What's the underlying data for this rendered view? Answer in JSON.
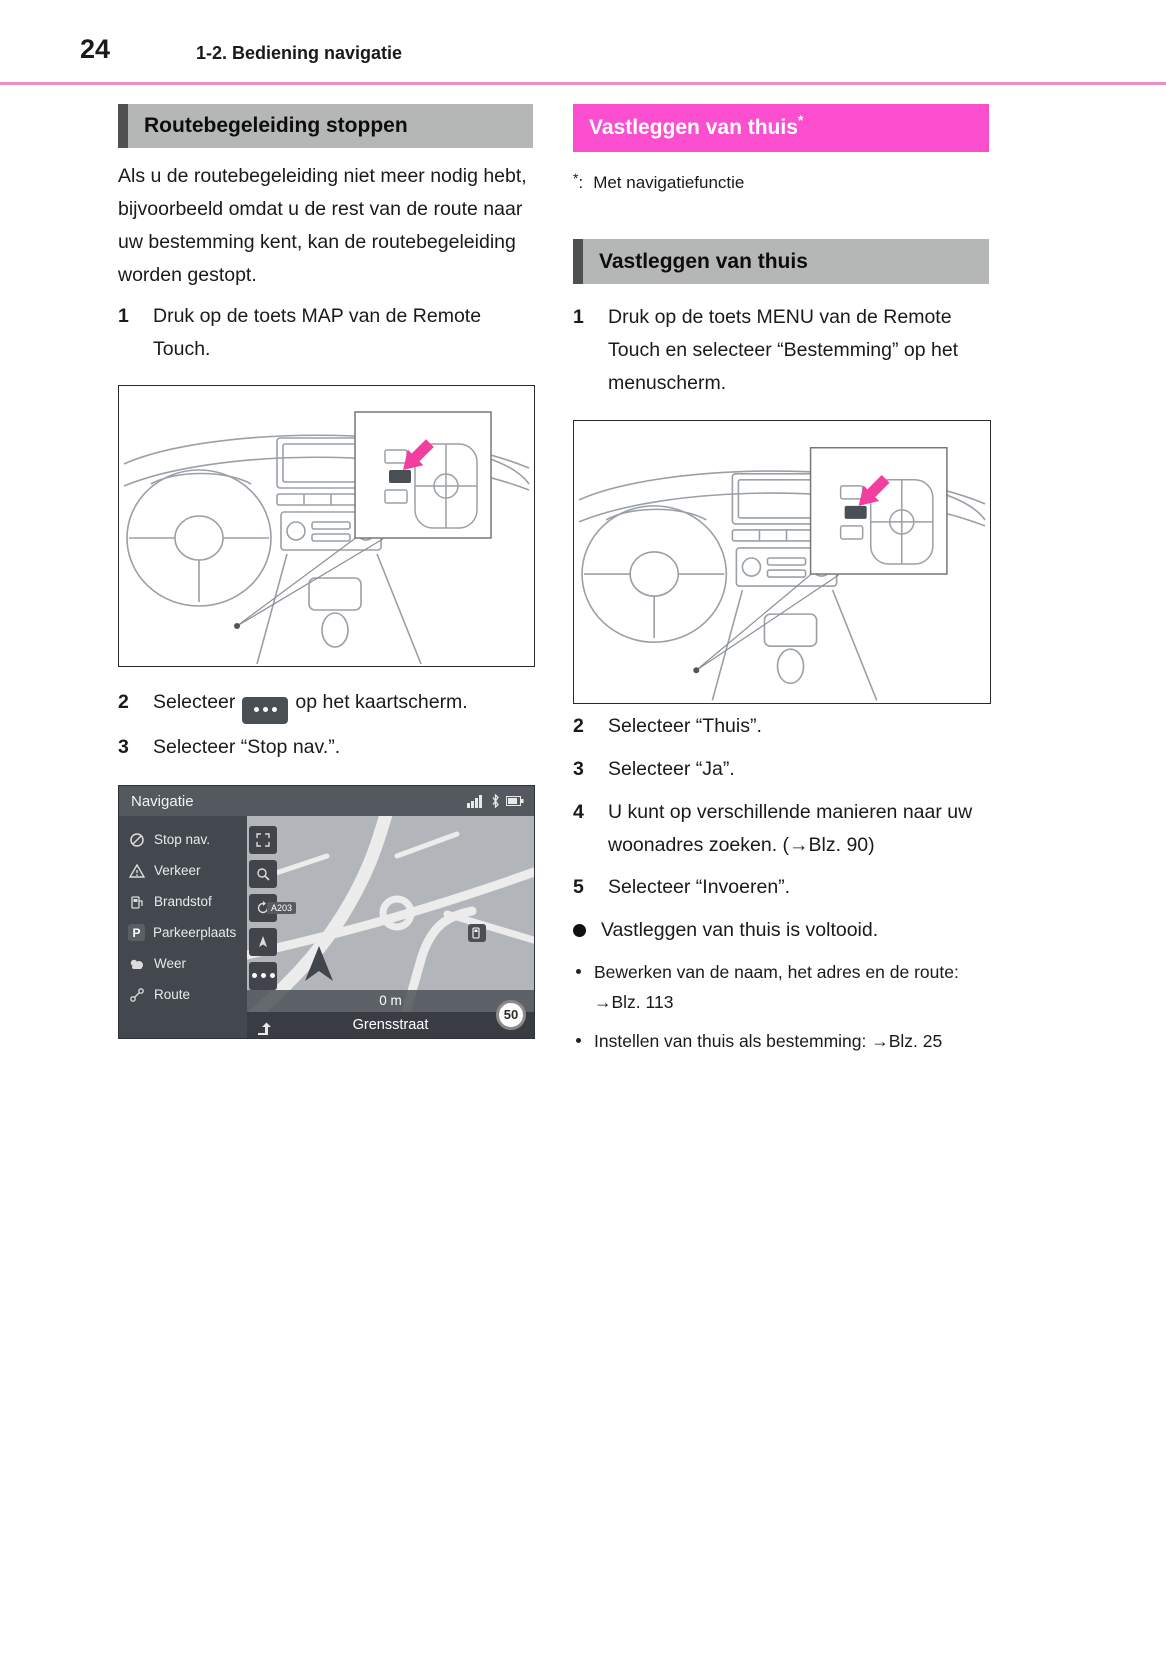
{
  "header": {
    "page_number": "24",
    "section": "1-2. Bediening navigatie"
  },
  "colors": {
    "accent_pink": "#fb4fd0",
    "rule_pink": "#ec8fc9",
    "heading_gray": "#b5b6b6",
    "screen_dark_gray": "#43484f"
  },
  "left_column": {
    "heading": "Routebegeleiding stoppen",
    "intro": "Als u de routebegeleiding niet meer nodig hebt, bijvoorbeeld omdat u de rest van de route naar uw bestemming kent, kan de routebegeleiding worden gestopt.",
    "steps": [
      {
        "num": "1",
        "text": "Druk op de toets MAP van de Remote Touch."
      },
      {
        "num": "2",
        "text_before": "Selecteer",
        "text_after": "op het kaartscherm."
      },
      {
        "num": "3",
        "text": "Selecteer “Stop nav.”."
      }
    ],
    "nav_screen": {
      "title": "Navigatie",
      "menu_items": [
        {
          "label": "Stop nav."
        },
        {
          "label": "Verkeer"
        },
        {
          "label": "Brandstof"
        },
        {
          "label": "Parkeerplaats",
          "glyph": "P"
        },
        {
          "label": "Weer"
        },
        {
          "label": "Route"
        }
      ],
      "map": {
        "road_badge": "A203",
        "distance": "0 m",
        "street_name": "Grensstraat",
        "speed_limit": "50"
      }
    }
  },
  "right_column": {
    "heading": "Vastleggen van thuis",
    "heading_superscript": "*",
    "footnote": {
      "star": "*",
      "sep": ":",
      "text": "Met navigatiefunctie"
    },
    "subheading": "Vastleggen van thuis",
    "steps": [
      {
        "num": "1",
        "text": "Druk op de toets MENU van de Remote Touch en selecteer “Bestemming” op het menuscherm."
      },
      {
        "num": "2",
        "text": "Selecteer “Thuis”."
      },
      {
        "num": "3",
        "text": "Selecteer “Ja”."
      },
      {
        "num": "4",
        "text": "U kunt op verschillende manieren naar uw woonadres zoeken. (→Blz. 90)"
      },
      {
        "num": "5",
        "text": "Selecteer “Invoeren”."
      }
    ],
    "result_text": "Vastleggen van thuis is voltooid.",
    "notes": [
      "Bewerken van de naam, het adres en de route: →Blz. 113",
      "Instellen van thuis als bestemming: →Blz. 25"
    ]
  }
}
